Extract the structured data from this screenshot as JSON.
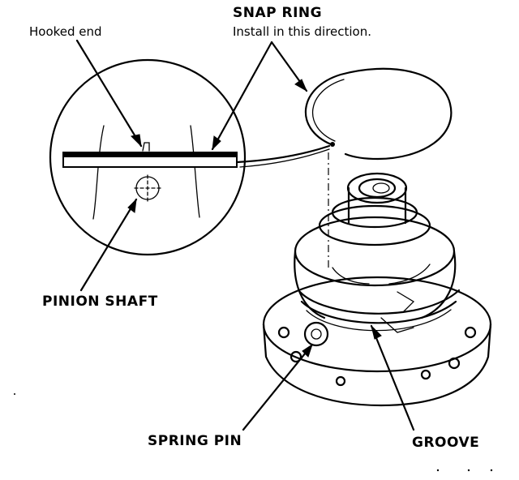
{
  "labels": {
    "snap_ring_title": "SNAP RING",
    "snap_ring_note": "Install in this direction.",
    "hooked_end": "Hooked end",
    "pinion_shaft": "PINION SHAFT",
    "spring_pin": "SPRING PIN",
    "groove": "GROOVE"
  },
  "icons": {
    "ink_color": "#000000",
    "paper_color": "#ffffff"
  }
}
